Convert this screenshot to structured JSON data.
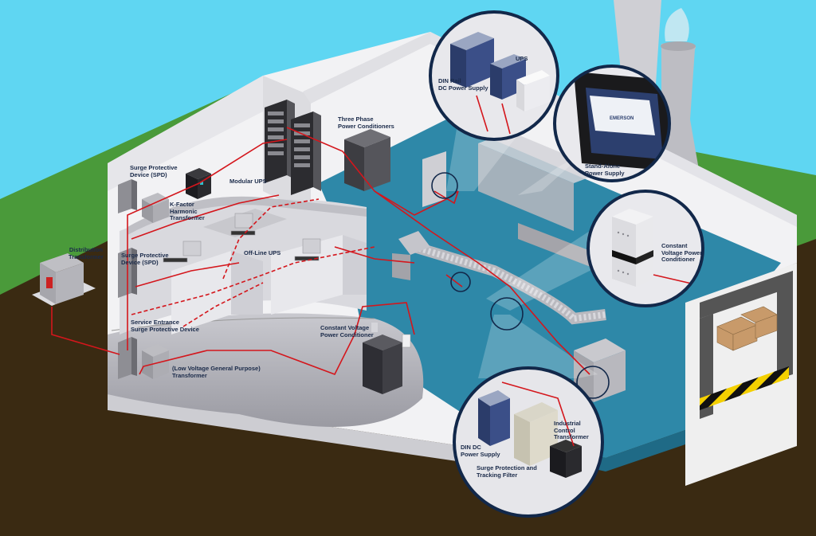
{
  "labels": {
    "distribution_transformer": "Distribution\nTransformer",
    "surge_protective_device_top": "Surge Protective\nDevice (SPD)",
    "k_factor_transformer": "K-Factor\nHarmonic\nTransformer",
    "modular_ups": "Modular UPS",
    "three_phase_power_conditioners": "Three Phase\nPower Conditioners",
    "surge_protective_device_mid": "Surge Protective\nDevice (SPD)",
    "off_line_ups": "Off-Line UPS",
    "service_entrance_spd": "Service Entrance\nSurge Protective Device",
    "low_voltage_transformer": "(Low Voltage General Purpose)\nTransformer",
    "constant_voltage_pc_center": "Constant Voltage\nPower Conditioner",
    "din_rail_dc_power_supply": "DIN Rail\nDC Power Supply",
    "ups_callout": "UPS",
    "stand_alone_power_supply": "Stand-Alone\nPower Supply",
    "constant_voltage_pc_right": "Constant\nVoltage Power\nConditioner",
    "industrial_control_transformer": "Industrial\nControl\nTransformer",
    "din_dc_power_supply": "DIN DC\nPower Supply",
    "surge_protection_tracking_filter": "Surge Protection and\nTracking Filter"
  },
  "brand_text": "EMERSON",
  "colors": {
    "sky": "#5fd6f2",
    "grass": "#4a9a3a",
    "soil": "#3a2a12",
    "wall": "#f2f2f4",
    "floor_blue": "#2e88a8",
    "wire_red": "#d4161c",
    "callout_border": "#12284a",
    "label_text": "#1b2b4a"
  }
}
